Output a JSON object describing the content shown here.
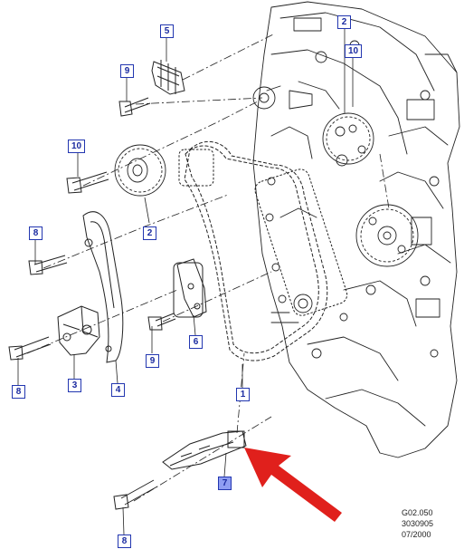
{
  "callouts": {
    "c5": "5",
    "c9_top": "9",
    "c2_right": "2",
    "c10_right": "10",
    "c10_left": "10",
    "c2_left": "2",
    "c8_left": "8",
    "c6": "6",
    "c9_mid": "9",
    "c8_low": "8",
    "c3": "3",
    "c4": "4",
    "c1": "1",
    "c7": "7",
    "c8_bottom": "8"
  },
  "reference": {
    "line1": "G02.050",
    "line2": "3030905",
    "line3": "07/2000"
  },
  "colors": {
    "callout_border": "#2236b0",
    "callout_highlight": "#8e9df2",
    "arrow": "#e0201c",
    "linework": "#222222"
  }
}
